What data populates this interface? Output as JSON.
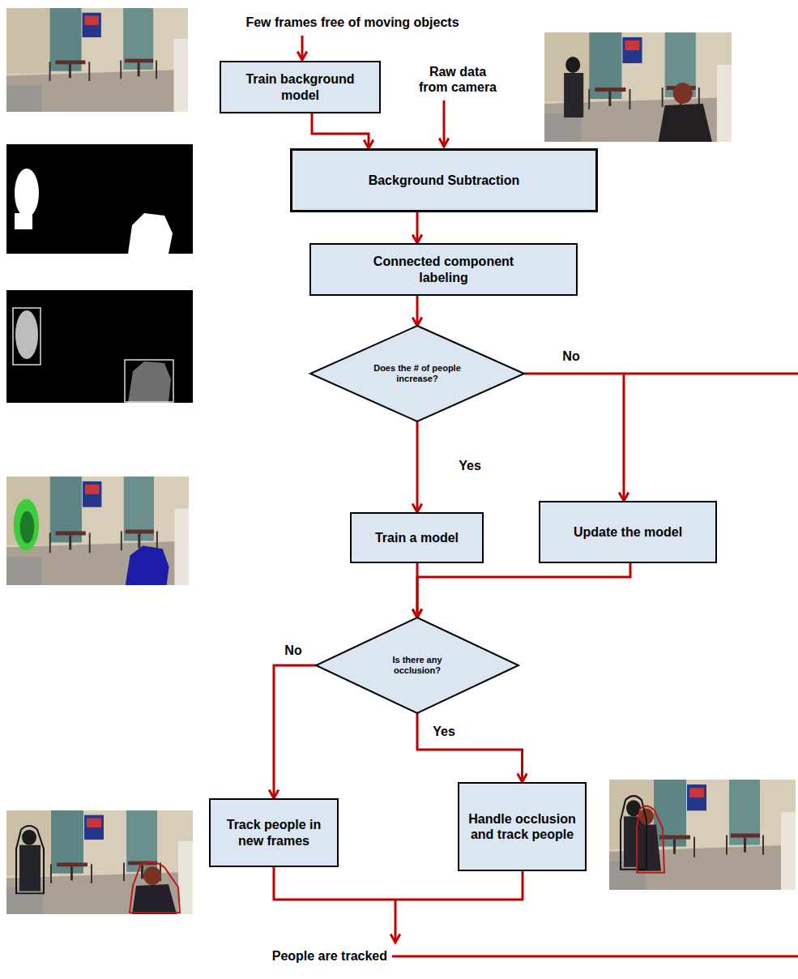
{
  "diagram": {
    "nodes": [
      {
        "text": [
          "Train background model"
        ]
      },
      {
        "text": [
          "Background Subtraction"
        ]
      },
      {
        "text": [
          "Connected component labeling"
        ]
      },
      {
        "text": [
          "Does the # of people increase?"
        ]
      },
      {
        "text": [
          "Train a model"
        ]
      },
      {
        "text": [
          "Update the model"
        ]
      },
      {
        "text": [
          "Is there any occlusion?"
        ]
      },
      {
        "text": [
          "Track people in new frames"
        ]
      },
      {
        "text": [
          "Handle occlusion and track people"
        ]
      }
    ],
    "edges": [
      {
        "from": 0,
        "to": 1,
        "arrow": "to"
      },
      {
        "from": 1,
        "to": 2,
        "arrow": "to"
      },
      {
        "from": 2,
        "to": 3,
        "arrow": "to"
      },
      {
        "from": 3,
        "to": 4,
        "label": "Yes",
        "arrow": "to"
      },
      {
        "from": 3,
        "to": 5,
        "label": "No",
        "arrow": "to"
      },
      {
        "from": 4,
        "to": 6,
        "arrow": "to"
      },
      {
        "from": 5,
        "to": 6,
        "arrow": "to"
      },
      {
        "from": 6,
        "to": 7,
        "label": "No",
        "arrow": "to"
      },
      {
        "from": 6,
        "to": 8,
        "label": "Yes",
        "arrow": "to"
      }
    ],
    "labels": [
      "Few frames free of moving objects",
      "Raw data from camera",
      "People are tracked"
    ]
  }
}
